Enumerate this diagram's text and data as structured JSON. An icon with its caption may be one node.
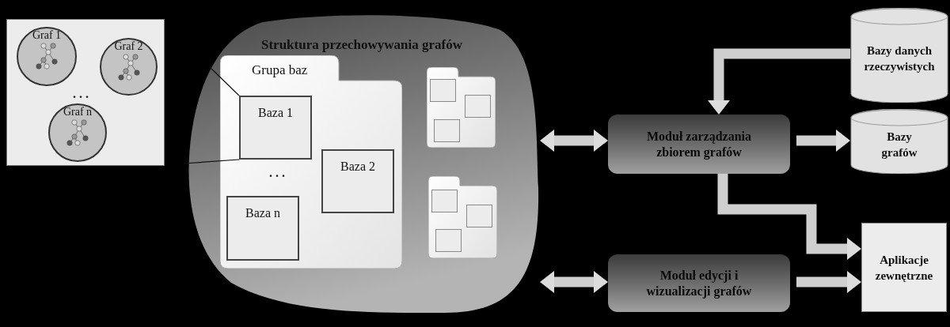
{
  "diagram": {
    "nodes": [
      {
        "text": [],
        "shape": "box"
      },
      {
        "text": [
          "Graf 1"
        ],
        "in": 0
      },
      {
        "text": [
          "Graf 2"
        ],
        "in": 0
      },
      {
        "text": [
          "Graf n"
        ],
        "in": 0
      },
      {
        "text": [
          "Struktura przechowywania grafów"
        ]
      },
      {
        "text": [
          "Grupa baz"
        ],
        "in": 4
      },
      {
        "text": [
          "Baza 1"
        ],
        "in": 5
      },
      {
        "text": [
          "Baza 2"
        ],
        "in": 5
      },
      {
        "text": [
          "Baza n"
        ],
        "in": 5
      },
      {
        "text": [],
        "shape": "folder",
        "in": 4
      },
      {
        "text": [],
        "shape": "box",
        "in": 9
      },
      {
        "text": [],
        "shape": "box",
        "in": 9
      },
      {
        "text": [],
        "shape": "box",
        "in": 9
      },
      {
        "text": [],
        "shape": "folder",
        "in": 4
      },
      {
        "text": [],
        "shape": "box",
        "in": 13
      },
      {
        "text": [],
        "shape": "box",
        "in": 13
      },
      {
        "text": [],
        "shape": "box",
        "in": 13
      },
      {
        "text": [
          "Moduł zarządzania zbiorem grafów"
        ]
      },
      {
        "text": [
          "Moduł edycji i wizualizacji grafów"
        ]
      },
      {
        "text": [
          "Bazy danych rzeczywistych"
        ]
      },
      {
        "text": [
          "Bazy grafów"
        ]
      },
      {
        "text": [
          "Aplikacje zewnętrzne"
        ]
      }
    ],
    "edges": [
      {
        "from": 4,
        "to": 17,
        "arrow": "both"
      },
      {
        "from": 4,
        "to": 18,
        "arrow": "both"
      },
      {
        "from": 19,
        "to": 17,
        "arrow": "to"
      },
      {
        "from": 17,
        "to": 20,
        "arrow": "to"
      },
      {
        "from": 17,
        "to": 21,
        "arrow": "to"
      },
      {
        "from": 18,
        "to": 21,
        "arrow": "to"
      }
    ],
    "labels": [
      ". . .",
      ". . ."
    ]
  }
}
